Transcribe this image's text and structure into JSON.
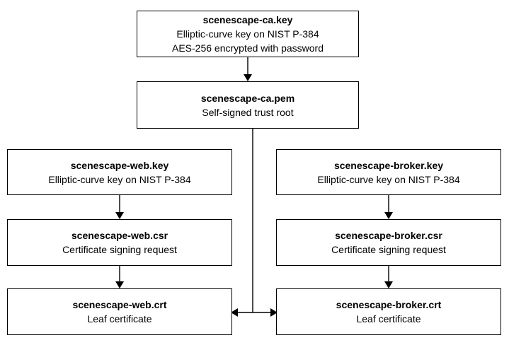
{
  "diagram": {
    "colors": {
      "background": "#ffffff",
      "box_fill": "#ffffff",
      "line_color": "#000000",
      "text_color": "#000000"
    },
    "nodes": [
      {
        "id": "ca-key",
        "title": "scenescape-ca.key",
        "lines": [
          "Elliptic-curve key on NIST P-384",
          "AES-256 encrypted with password"
        ]
      },
      {
        "id": "ca-pem",
        "title": "scenescape-ca.pem",
        "lines": [
          "Self-signed trust root"
        ]
      },
      {
        "id": "web-key",
        "title": "scenescape-web.key",
        "lines": [
          "Elliptic-curve key on NIST P-384"
        ]
      },
      {
        "id": "web-csr",
        "title": "scenescape-web.csr",
        "lines": [
          "Certificate signing request"
        ]
      },
      {
        "id": "web-crt",
        "title": "scenescape-web.crt",
        "lines": [
          "Leaf certificate"
        ]
      },
      {
        "id": "broker-key",
        "title": "scenescape-broker.key",
        "lines": [
          "Elliptic-curve key on NIST P-384"
        ]
      },
      {
        "id": "broker-csr",
        "title": "scenescape-broker.csr",
        "lines": [
          "Certificate signing request"
        ]
      },
      {
        "id": "broker-crt",
        "title": "scenescape-broker.crt",
        "lines": [
          "Leaf certificate"
        ]
      }
    ],
    "edges": [
      {
        "from": "scenescape-ca.key",
        "to": "scenescape-ca.pem",
        "style": "arrow-down"
      },
      {
        "from": "scenescape-web.key",
        "to": "scenescape-web.csr",
        "style": "arrow-down"
      },
      {
        "from": "scenescape-web.csr",
        "to": "scenescape-web.crt",
        "style": "arrow-down"
      },
      {
        "from": "scenescape-broker.key",
        "to": "scenescape-broker.csr",
        "style": "arrow-down"
      },
      {
        "from": "scenescape-broker.csr",
        "to": "scenescape-broker.crt",
        "style": "arrow-down"
      },
      {
        "from": "scenescape-ca.pem",
        "to": "scenescape-web.crt, scenescape-broker.crt",
        "style": "double-headed-arrow"
      }
    ]
  }
}
